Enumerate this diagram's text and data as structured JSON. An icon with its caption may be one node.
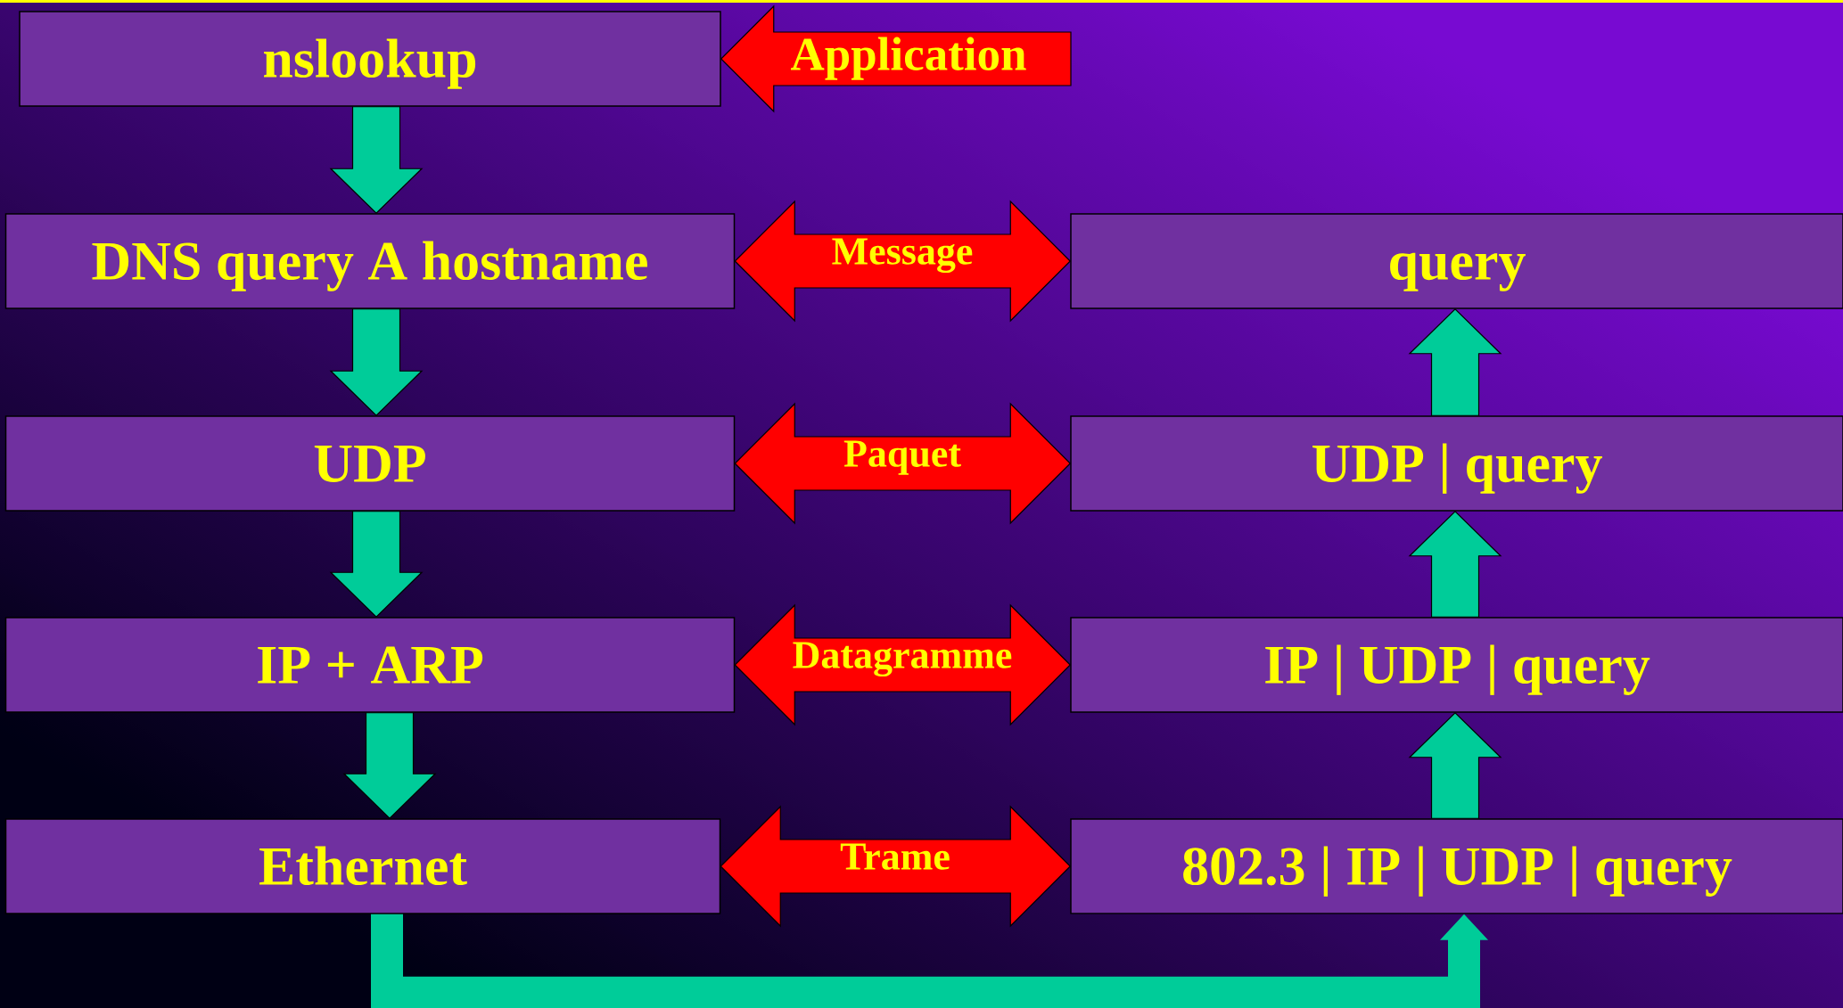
{
  "diagram": {
    "nodes": [
      {
        "text": [
          "nslookup"
        ]
      },
      {
        "text": [
          "DNS query A hostname"
        ]
      },
      {
        "text": [
          "UDP"
        ]
      },
      {
        "text": [
          "IP + ARP"
        ]
      },
      {
        "text": [
          "Ethernet"
        ]
      },
      {
        "text": [
          "query"
        ]
      },
      {
        "text": [
          "UDP | query"
        ]
      },
      {
        "text": [
          "IP | UDP | query"
        ]
      },
      {
        "text": [
          "802.3 | IP | UDP | query"
        ]
      }
    ],
    "edges": [
      {
        "from": null,
        "to": 0,
        "arrow": "to",
        "label": "Application",
        "color": "#ff0000"
      },
      {
        "from": 1,
        "to": 5,
        "arrow": "both",
        "label": "Message",
        "color": "#ff0000"
      },
      {
        "from": 2,
        "to": 6,
        "arrow": "both",
        "label": "Paquet",
        "color": "#ff0000"
      },
      {
        "from": 3,
        "to": 7,
        "arrow": "both",
        "label": "Datagramme",
        "color": "#ff0000"
      },
      {
        "from": 4,
        "to": 8,
        "arrow": "both",
        "label": "Trame",
        "color": "#ff0000"
      },
      {
        "from": 0,
        "to": 1,
        "arrow": "to"
      },
      {
        "from": 1,
        "to": 2,
        "arrow": "to"
      },
      {
        "from": 2,
        "to": 3,
        "arrow": "to"
      },
      {
        "from": 3,
        "to": 4,
        "arrow": "to"
      },
      {
        "from": 4,
        "to": 8,
        "arrow": "to"
      },
      {
        "from": 8,
        "to": 7,
        "arrow": "to"
      },
      {
        "from": 7,
        "to": 6,
        "arrow": "to"
      },
      {
        "from": 6,
        "to": 5,
        "arrow": "to"
      }
    ]
  }
}
